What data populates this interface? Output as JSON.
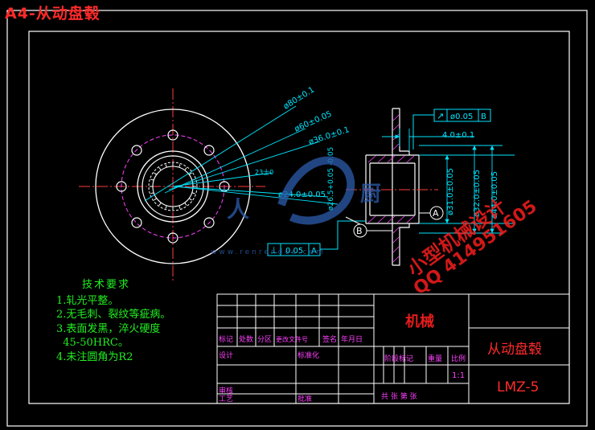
{
  "sheet_label": "A4-从动盘毂",
  "dimensions": {
    "phi80": "ø80±0.1",
    "phi60": "ø60±0.05",
    "phi36": "ø36.0±0.1",
    "angle": "23士0",
    "phi24": "ø24.0±0.05",
    "phi26": "ø26.5+0.05\n-0.05",
    "phi31": "ø31.0±0.05",
    "phi32": "ø32.0±0.05",
    "phi44": "ø44.0±0.05",
    "width4": "4.0±0.1"
  },
  "tolerance_frames": {
    "runout": {
      "symbol": "↗",
      "value": "ø0.05",
      "datum": "B"
    },
    "perpendicular": {
      "symbol": "⊥",
      "value": "0.05",
      "datum": "A"
    }
  },
  "datums": {
    "a": "A",
    "b": "B"
  },
  "tech_requirements": {
    "title": "技术要求",
    "items": [
      "1.轧光平整。",
      "2.无毛刺、裂纹等疵病。",
      "3.表面发黑，淬火硬度",
      "  45-50HRC。",
      "4.未注圆角为R2"
    ]
  },
  "title_block": {
    "row_headers": [
      "标记",
      "处数",
      "分区",
      "更改文件号",
      "签名",
      "年月日"
    ],
    "design": "设计",
    "standardize": "标准化",
    "stage_mark": "阶段标记",
    "weight": "重量",
    "scale_label": "比例",
    "check": "审核",
    "process": "工艺",
    "approve": "批准",
    "scale_value": "1:1",
    "sheets": "共  张  第  张",
    "part_name": "从动盘毂",
    "drawing_no": "LMZ-5"
  },
  "watermark": {
    "line1": "小型机械设计",
    "line2": "QQ 414951605",
    "line3": "机械",
    "url": "www.renrendoc.com"
  },
  "colors": {
    "cad_lines": "#ffffff",
    "dimension": "#00e5ff",
    "centerline": "#ff3b3b",
    "hidden": "#ff40ff",
    "text_green": "#22ee22",
    "accent_red": "#ff2a2a"
  }
}
